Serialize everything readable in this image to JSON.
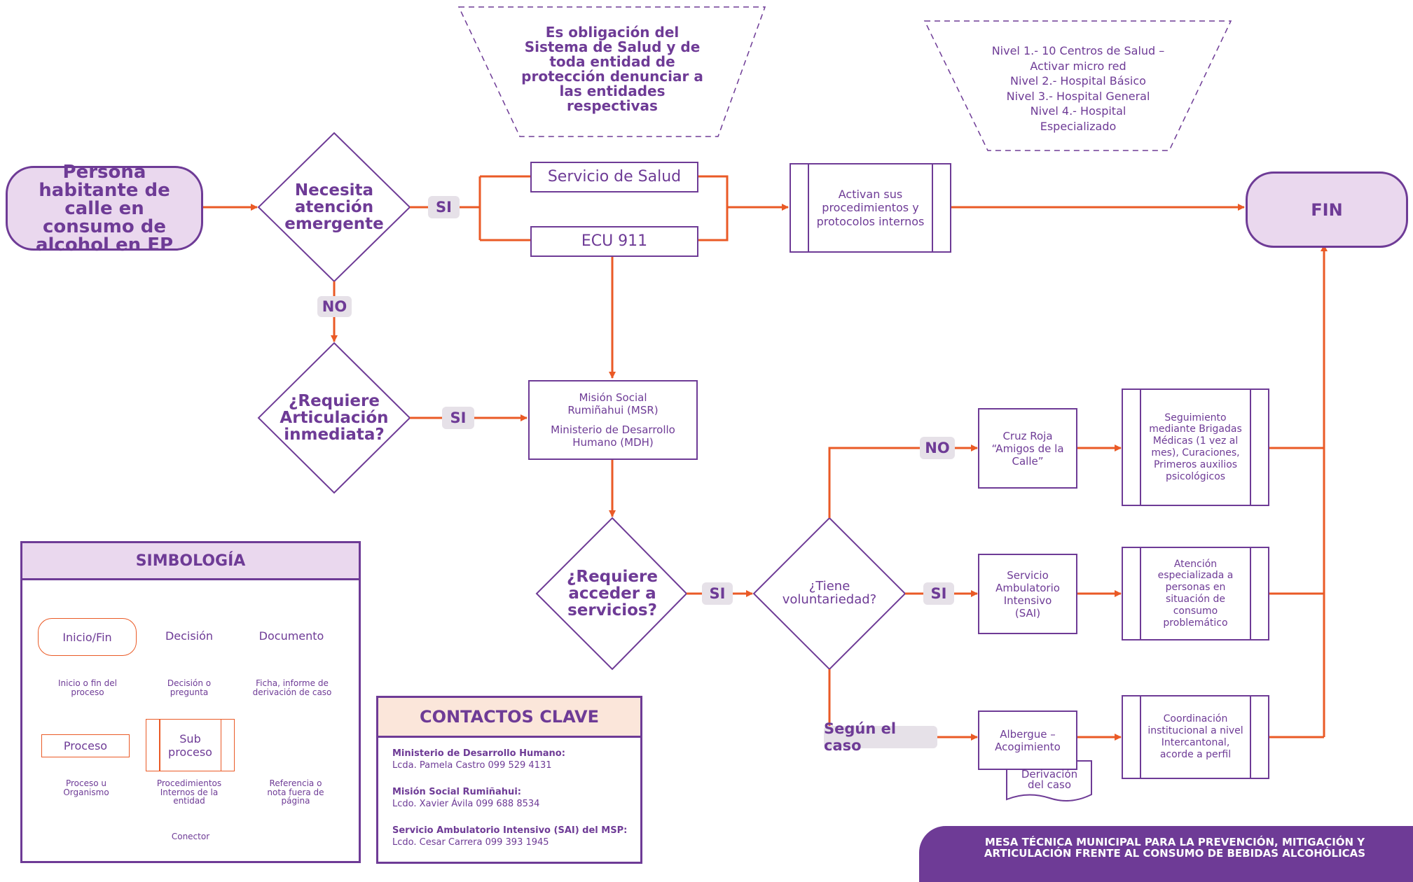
{
  "colors": {
    "primary": "#6e3b96",
    "connector": "#ea5a26",
    "start_fill": "#ead8ee",
    "badge_fill": "#e6e1e8",
    "contacts_header": "#fbe6da"
  },
  "start_node": "Persona habitante de calle en consumo de alcohol en EP",
  "end_node": "FIN",
  "decisions": {
    "emergent": "Necesita atención emergente",
    "articulation": "¿Requiere Articulación inmediata?",
    "services": "¿Requiere acceder a servicios?",
    "voluntary": "¿Tiene voluntariedad?"
  },
  "processes": {
    "health_service": "Servicio de Salud",
    "ecu911": "ECU 911",
    "msr_line1": "Misión Social Rumiñahui (MSR)",
    "msr_line2": "Ministerio de Desarrollo Humano (MDH)",
    "cruz_roja": "Cruz Roja “Amigos de la Calle”",
    "sai": "Servicio Ambulatorio Intensivo (SAI)",
    "albergue": "Albergue – Acogimiento"
  },
  "subprocesses": {
    "activate": "Activan sus procedimientos y protocolos internos",
    "follow_up": "Seguimiento mediante Brigadas Médicas (1 vez al mes), Curaciones, Primeros auxilios psicológicos",
    "attention": "Atención especializada a personas en situación de consumo problemático",
    "coordination": "Coordinación institucional a nivel Intercantonal, acorde a perfil"
  },
  "document": "Derivación del caso",
  "notes": {
    "obligation": "Es obligación del Sistema de Salud y de toda entidad de protección denunciar a las entidades respectivas",
    "levels": [
      "Nivel 1.- 10 Centros de Salud –",
      "Activar micro red",
      "Nivel 2.- Hospital Básico",
      "Nivel 3.- Hospital General",
      "Nivel 4.- Hospital",
      "Especializado"
    ]
  },
  "labels": {
    "si_1": "SI",
    "no_1": "NO",
    "si_2": "SI",
    "si_3": "SI",
    "no_2": "NO",
    "si_4": "SI",
    "case": "Según el caso"
  },
  "legend": {
    "title": "SIMBOLOGÍA",
    "inicio": "Inicio/Fin",
    "inicio_cap": "Inicio o fin del proceso",
    "decision": "Decisión",
    "decision_cap": "Decisión o pregunta",
    "documento": "Documento",
    "documento_cap": "Ficha, informe de derivación de caso",
    "proceso": "Proceso",
    "proceso_cap": "Proceso u Organismo",
    "subproceso": "Sub proceso",
    "subproceso_cap": "Procedimientos Internos de la entidad",
    "referencia_cap": "Referencia o nota fuera de página",
    "conector": "Conector"
  },
  "contacts": {
    "title": "CONTACTOS CLAVE",
    "items": [
      {
        "org": "Ministerio de Desarrollo Humano:",
        "person": "Lcda. Pamela Castro 099 529 4131"
      },
      {
        "org": "Misión Social Rumiñahui:",
        "person": "Lcdo. Xavier Ávila 099 688 8534"
      },
      {
        "org": "Servicio Ambulatorio Intensivo (SAI) del MSP:",
        "person": "Lcdo. Cesar Carrera 099 393 1945"
      }
    ]
  },
  "footer": {
    "line1": "MESA TÉCNICA MUNICIPAL PARA LA PREVENCIÓN, MITIGACIÓN Y",
    "line2": "ARTICULACIÓN FRENTE AL CONSUMO DE BEBIDAS ALCOHÓLICAS"
  }
}
